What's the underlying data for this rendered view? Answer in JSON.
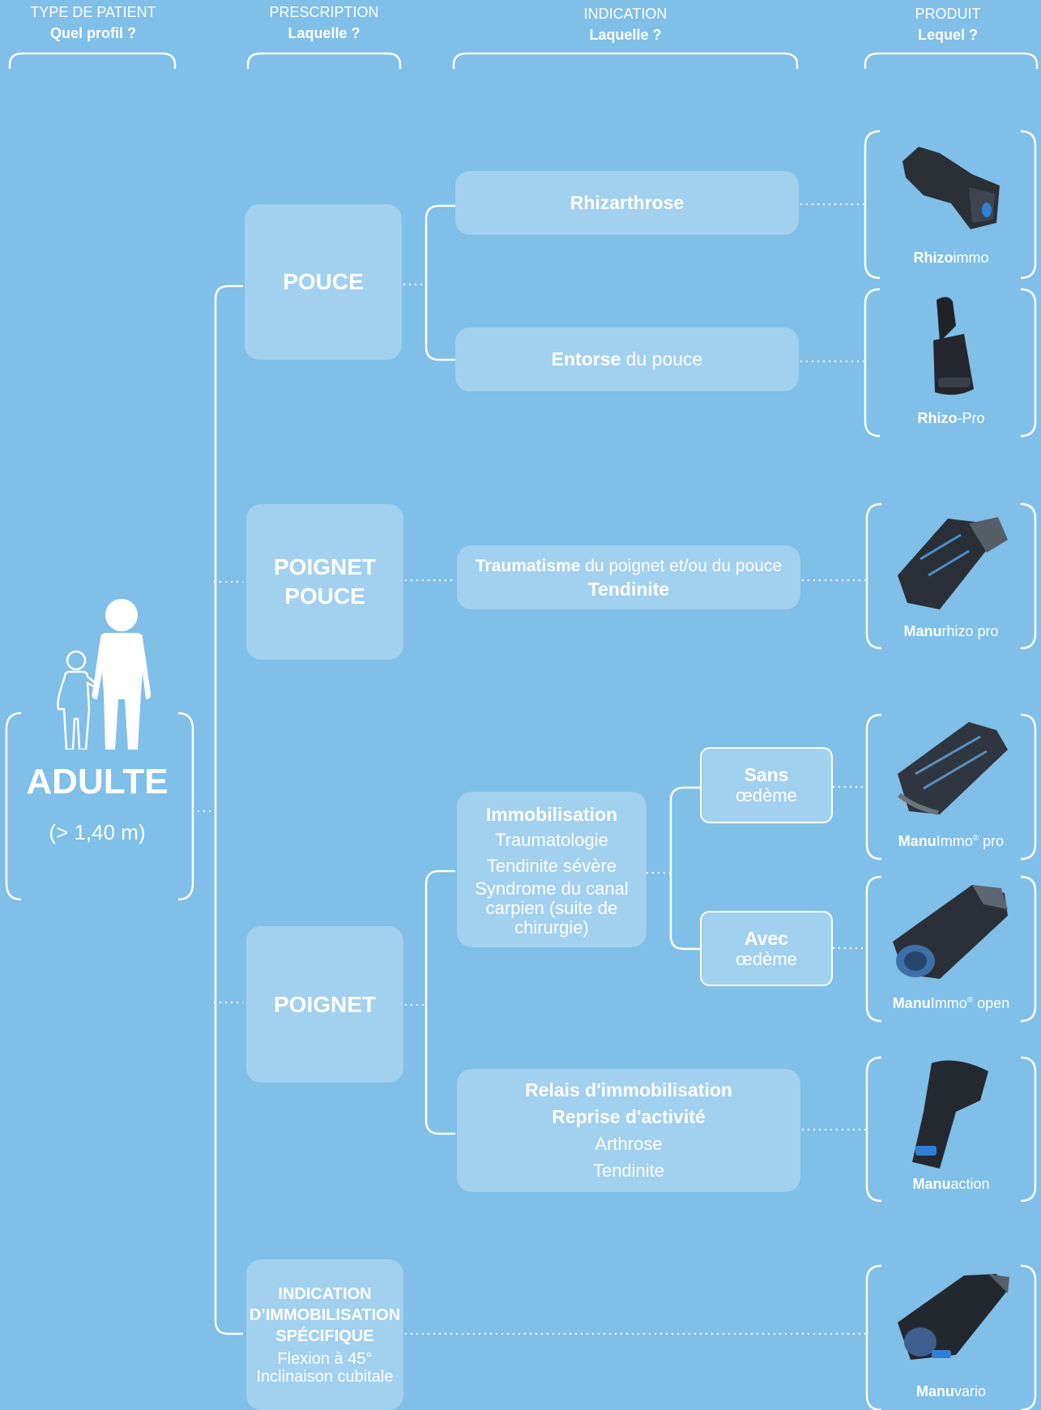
{
  "headers": {
    "patient": {
      "line1": "TYPE DE PATIENT",
      "line2": "Quel profil ?"
    },
    "prescription": {
      "line1": "PRESCRIPTION",
      "line2": "Laquelle ?"
    },
    "indication": {
      "line1": "INDICATION",
      "line2": "Laquelle ?"
    },
    "produit": {
      "line1": "PRODUIT",
      "line2": "Lequel ?"
    }
  },
  "patient": {
    "title": "ADULTE",
    "subtitle": "(> 1,40 m)"
  },
  "prescriptions": {
    "pouce": "POUCE",
    "poignet_pouce_1": "POIGNET",
    "poignet_pouce_2": "POUCE",
    "poignet": "POIGNET",
    "specifique_1": "INDICATION",
    "specifique_2": "D’IMMOBILISATION",
    "specifique_3": "SPÉCIFIQUE",
    "specifique_4": "Flexion à 45°",
    "specifique_5": "Inclinaison cubitale"
  },
  "indications": {
    "rhizarthrose": "Rhizarthrose",
    "entorse_bold": "Entorse",
    "entorse_rest": " du pouce",
    "trauma_bold": "Traumatisme",
    "trauma_rest": " du poignet et/ou du pouce",
    "tendinite": "Tendinite",
    "immo_title": "Immobilisation",
    "immo_1": "Traumatologie",
    "immo_2": "Tendinite sévère",
    "immo_3": "Syndrome du canal",
    "immo_4": "carpien (suite de",
    "immo_5": "chirurgie)",
    "sans_bold": "Sans",
    "sans_rest": "œdème",
    "avec_bold": "Avec",
    "avec_rest": "œdème",
    "relais_1": "Relais d'immobilisation",
    "relais_2": "Reprise d'activité",
    "relais_3": "Arthrose",
    "relais_4": "Tendinite"
  },
  "products": {
    "rhizoimmo": {
      "bold": "Rhizo",
      "rest": "immo"
    },
    "rhizopro": {
      "bold": "Rhizo",
      "rest": "-Pro"
    },
    "manurhizo": {
      "bold": "Manu",
      "rest": "rhizo pro"
    },
    "manuimmopro": {
      "bold": "Manu",
      "rest": "Immo",
      "sup": "®",
      "tail": " pro"
    },
    "manuimmoopen": {
      "bold": "Manu",
      "rest": "Immo",
      "sup": "®",
      "tail": " open"
    },
    "manuaction": {
      "bold": "Manu",
      "rest": "action"
    },
    "manuvario": {
      "bold": "Manu",
      "rest": "vario"
    }
  }
}
